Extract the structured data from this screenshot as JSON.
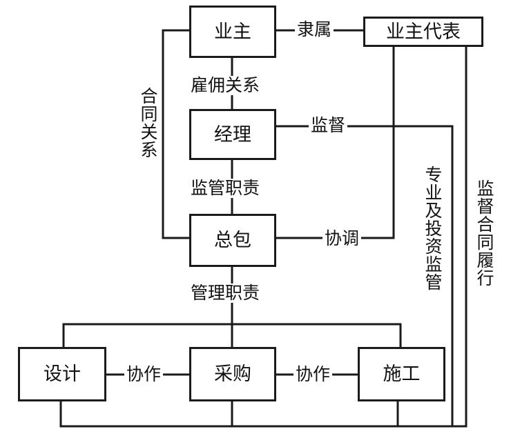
{
  "nodes": {
    "owner": "业主",
    "owner_rep": "业主代表",
    "manager": "经理",
    "general_contractor": "总包",
    "design": "设计",
    "procurement": "采购",
    "construction": "施工"
  },
  "relations": {
    "affiliation": "隶属",
    "employment": "雇佣关系",
    "contract": "合同关系",
    "supervision": "监督",
    "supervisory_duty": "监管职责",
    "coordination": "协调",
    "management_duty": "管理职责",
    "cooperation_left": "协作",
    "cooperation_right": "协作",
    "professional_investment_supervision": "专业及投资监管",
    "contract_performance_supervision": "监督合同履行"
  }
}
